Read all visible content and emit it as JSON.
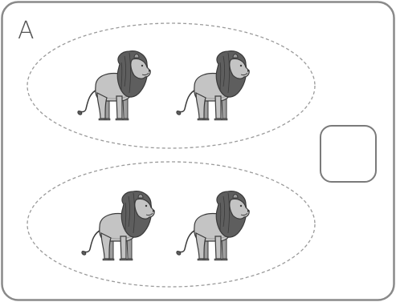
{
  "panel": {
    "label": "A"
  },
  "groups": [
    {
      "name": "top-group",
      "lion_count": 2
    },
    {
      "name": "bottom-group",
      "lion_count": 2
    }
  ],
  "answer_box": {
    "value": ""
  },
  "colors": {
    "frame": "#8a8a8a",
    "dashed_oval": "#9a9a9a",
    "lion_body": "#c4c4c4",
    "lion_shadow": "#9e9e9e",
    "lion_mane": "#5e5e5e",
    "lion_outline": "#3a3a3a"
  },
  "icons": {
    "lion": "lion-icon"
  }
}
